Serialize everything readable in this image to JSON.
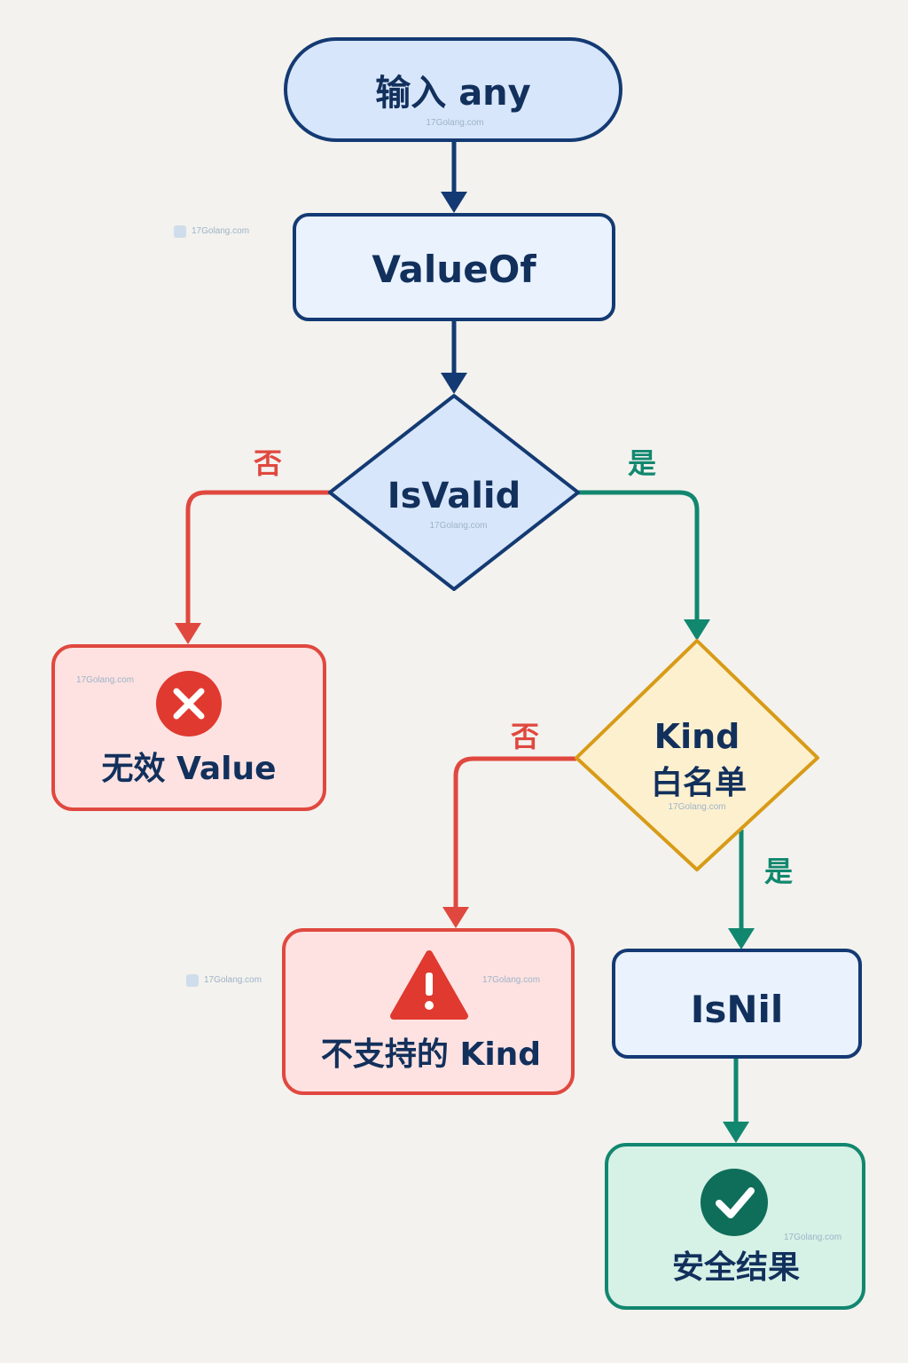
{
  "nodes": {
    "input": {
      "label": "输入 any"
    },
    "valueof": {
      "label": "ValueOf"
    },
    "isvalid": {
      "label": "IsValid"
    },
    "invalid": {
      "label": "无效 Value",
      "icon": "x-circle-icon"
    },
    "kind": {
      "line1": "Kind",
      "line2": "白名单"
    },
    "unsupported": {
      "label": "不支持的 Kind",
      "icon": "warning-triangle-icon"
    },
    "isnil": {
      "label": "IsNil"
    },
    "safe": {
      "label": "安全结果",
      "icon": "check-circle-icon"
    }
  },
  "edges": {
    "isvalid_no": "否",
    "isvalid_yes": "是",
    "kind_no": "否",
    "kind_yes": "是"
  },
  "watermark": "17Golang.com",
  "colors": {
    "navy": "#143a73",
    "red": "#e0483f",
    "teal": "#12876f",
    "amber": "#d89b17",
    "blue_fill": "#d7e6fa",
    "light_fill": "#eaf2fd",
    "red_fill": "#fde2e1",
    "amber_fill": "#fdf0cf",
    "green_fill": "#d6f1e6"
  }
}
